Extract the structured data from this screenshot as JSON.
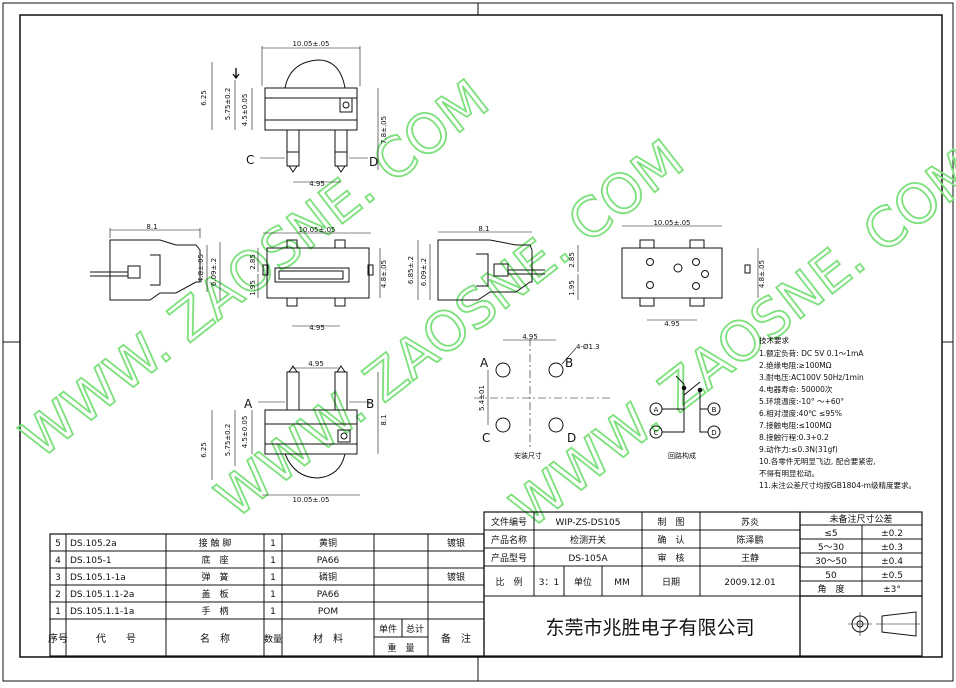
{
  "watermark": "WWW. ZAOSNE. COM",
  "dims": {
    "top_width": "10.05±.05",
    "top_h1": "6.25",
    "top_h2": "5.75±0.2",
    "top_h3": "4.5±0.05",
    "top_h4": "7.8±.05",
    "top_pitch": "4.95",
    "left_width": "8.1",
    "left_h1": "4.8±.05",
    "left_h2": "6.09±.2",
    "mid_width": "10.05±.05",
    "mid_h1": "2.85",
    "mid_h2": "1.95",
    "mid_h3": "4.8±.05",
    "mid_pitch": "4.95",
    "sec_width": "8.1",
    "sec_h1": "6.85±.2",
    "sec_h2": "6.09±.2",
    "sec_h3": "2.85",
    "sec_h4": "1.95",
    "bot_top_width": "10.05±.05",
    "bot_top_h": "4.8±.05",
    "bot_top_pitch": "4.95",
    "hole_pitch": "4.95",
    "hole_dia": "4-Ø1.3",
    "hole_v": "5.4±01",
    "low_pitch": "4.95",
    "low_h1": "6.25",
    "low_h2": "5.75±0.2",
    "low_h3": "4.5±0.05",
    "low_h4": "8.1",
    "low_width": "10.05±.05"
  },
  "markers": {
    "a": "A",
    "b": "B",
    "c": "C",
    "d": "D"
  },
  "captions": {
    "hole": "安装尺寸",
    "circuit": "回路构成"
  },
  "tech": {
    "title": "技术要求",
    "items": [
      "1.额定负荷: DC 5V  0.1～1mA",
      "2.绝缘电阻:≥100MΩ",
      "3.耐电压:AC100V 50Hz/1min",
      "4.电器寿命: 50000次",
      "5.环境温度:-10° ～+60°",
      "6.相对湿度:40℃  ≤95%",
      "7.接触电阻:≤100MΩ",
      "8.接触行程:0.3+0.2",
      "9.动作力:≤0.3N(31gf)",
      "10.各零件无明显飞边, 配合要紧密,",
      "  不得有明显松动。",
      "11.未注公差尺寸均按GB1804-m级精度要求。"
    ]
  },
  "parts": {
    "rows": [
      {
        "no": "5",
        "code": "DS.105.2a",
        "name": "接 触 脚",
        "qty": "1",
        "mat": "黄铜",
        "note": "镀银"
      },
      {
        "no": "4",
        "code": "DS.105-1",
        "name": "底　座",
        "qty": "1",
        "mat": "PA66",
        "note": ""
      },
      {
        "no": "3",
        "code": "DS.105.1-1a",
        "name": "弹　簧",
        "qty": "1",
        "mat": "磷铜",
        "note": "镀银"
      },
      {
        "no": "2",
        "code": "DS.105.1.1-2a",
        "name": "盖　板",
        "qty": "1",
        "mat": "PA66",
        "note": ""
      },
      {
        "no": "1",
        "code": "DS.105.1.1-1a",
        "name": "手　柄",
        "qty": "1",
        "mat": "POM",
        "note": ""
      }
    ],
    "head": {
      "no": "序号",
      "code": "代　　号",
      "name": "名　称",
      "qty": "数量",
      "mat": "材　料",
      "unit_w": "单件",
      "total_w": "总计",
      "weight": "重　量",
      "note": "备　注"
    }
  },
  "title_block": {
    "doc_no_label": "文件编号",
    "doc_no": "WIP-ZS-DS105",
    "product_label": "产品名称",
    "product": "检测开关",
    "model_label": "产品型号",
    "model": "DS-105A",
    "scale_label": "比　例",
    "scale": "3：1",
    "unit_label": "单位",
    "unit": "MM",
    "date_label": "日期",
    "date": "2009.12.01",
    "draw_label": "制　图",
    "draw": "苏炎",
    "confirm_label": "确　认",
    "confirm": "陈泽鹏",
    "review_label": "审　核",
    "review": "王静",
    "company": "东莞市兆胜电子有限公司"
  },
  "tolerance": {
    "title": "未备注尺寸公差",
    "rows": [
      {
        "range": "≤5",
        "tol": "±0.2"
      },
      {
        "range": "5～30",
        "tol": "±0.3"
      },
      {
        "range": "30～50",
        "tol": "±0.4"
      },
      {
        "range": "50",
        "tol": "±0.5"
      },
      {
        "range": "角　度",
        "tol": "±3°"
      }
    ]
  }
}
